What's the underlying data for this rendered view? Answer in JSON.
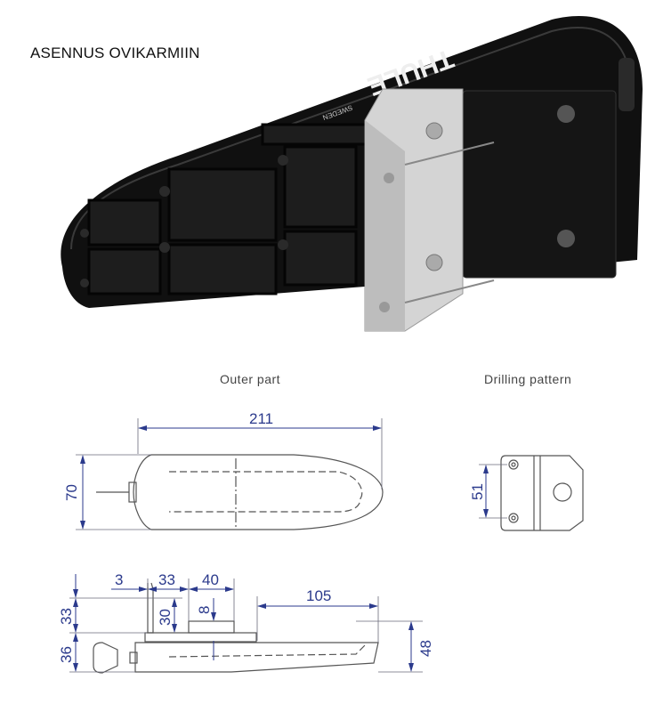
{
  "header": {
    "title": "ASENNUS OVIKARMIIN"
  },
  "photo": {
    "brand_logo": "THULE",
    "brand_sub": "SWEDEN"
  },
  "captions": {
    "outer_part": "Outer part",
    "drilling_pattern": "Drilling pattern"
  },
  "dimensions": {
    "top_view": {
      "length": "211",
      "width": "70"
    },
    "drilling": {
      "hole_spacing": "51"
    },
    "side_view": {
      "d3": "3",
      "d33h": "33",
      "d40": "40",
      "d105": "105",
      "d33v": "33",
      "d36": "36",
      "d30": "30",
      "d8": "8",
      "d48": "48"
    }
  },
  "colors": {
    "dimension": "#2b3a8c",
    "outline": "#555555",
    "body": "#111111",
    "bracket": "#c9c9c9"
  }
}
